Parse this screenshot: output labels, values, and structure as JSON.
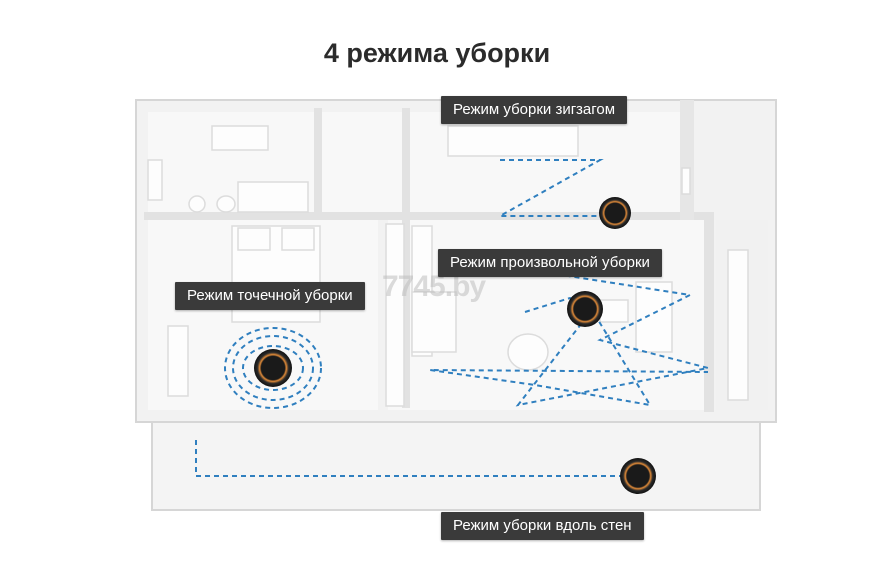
{
  "title": "4 режима уборки",
  "watermark": "7745.by",
  "modes": {
    "zigzag": "Режим уборки зигзагом",
    "random": "Режим произвольной уборки",
    "spot": "Режим точечной уборки",
    "wall": "Режим уборки вдоль стен"
  },
  "colors": {
    "path": "#2f7fbf",
    "label_bg": "#3a3a3a",
    "label_text": "#ffffff",
    "robot_accent": "#d9792b"
  }
}
